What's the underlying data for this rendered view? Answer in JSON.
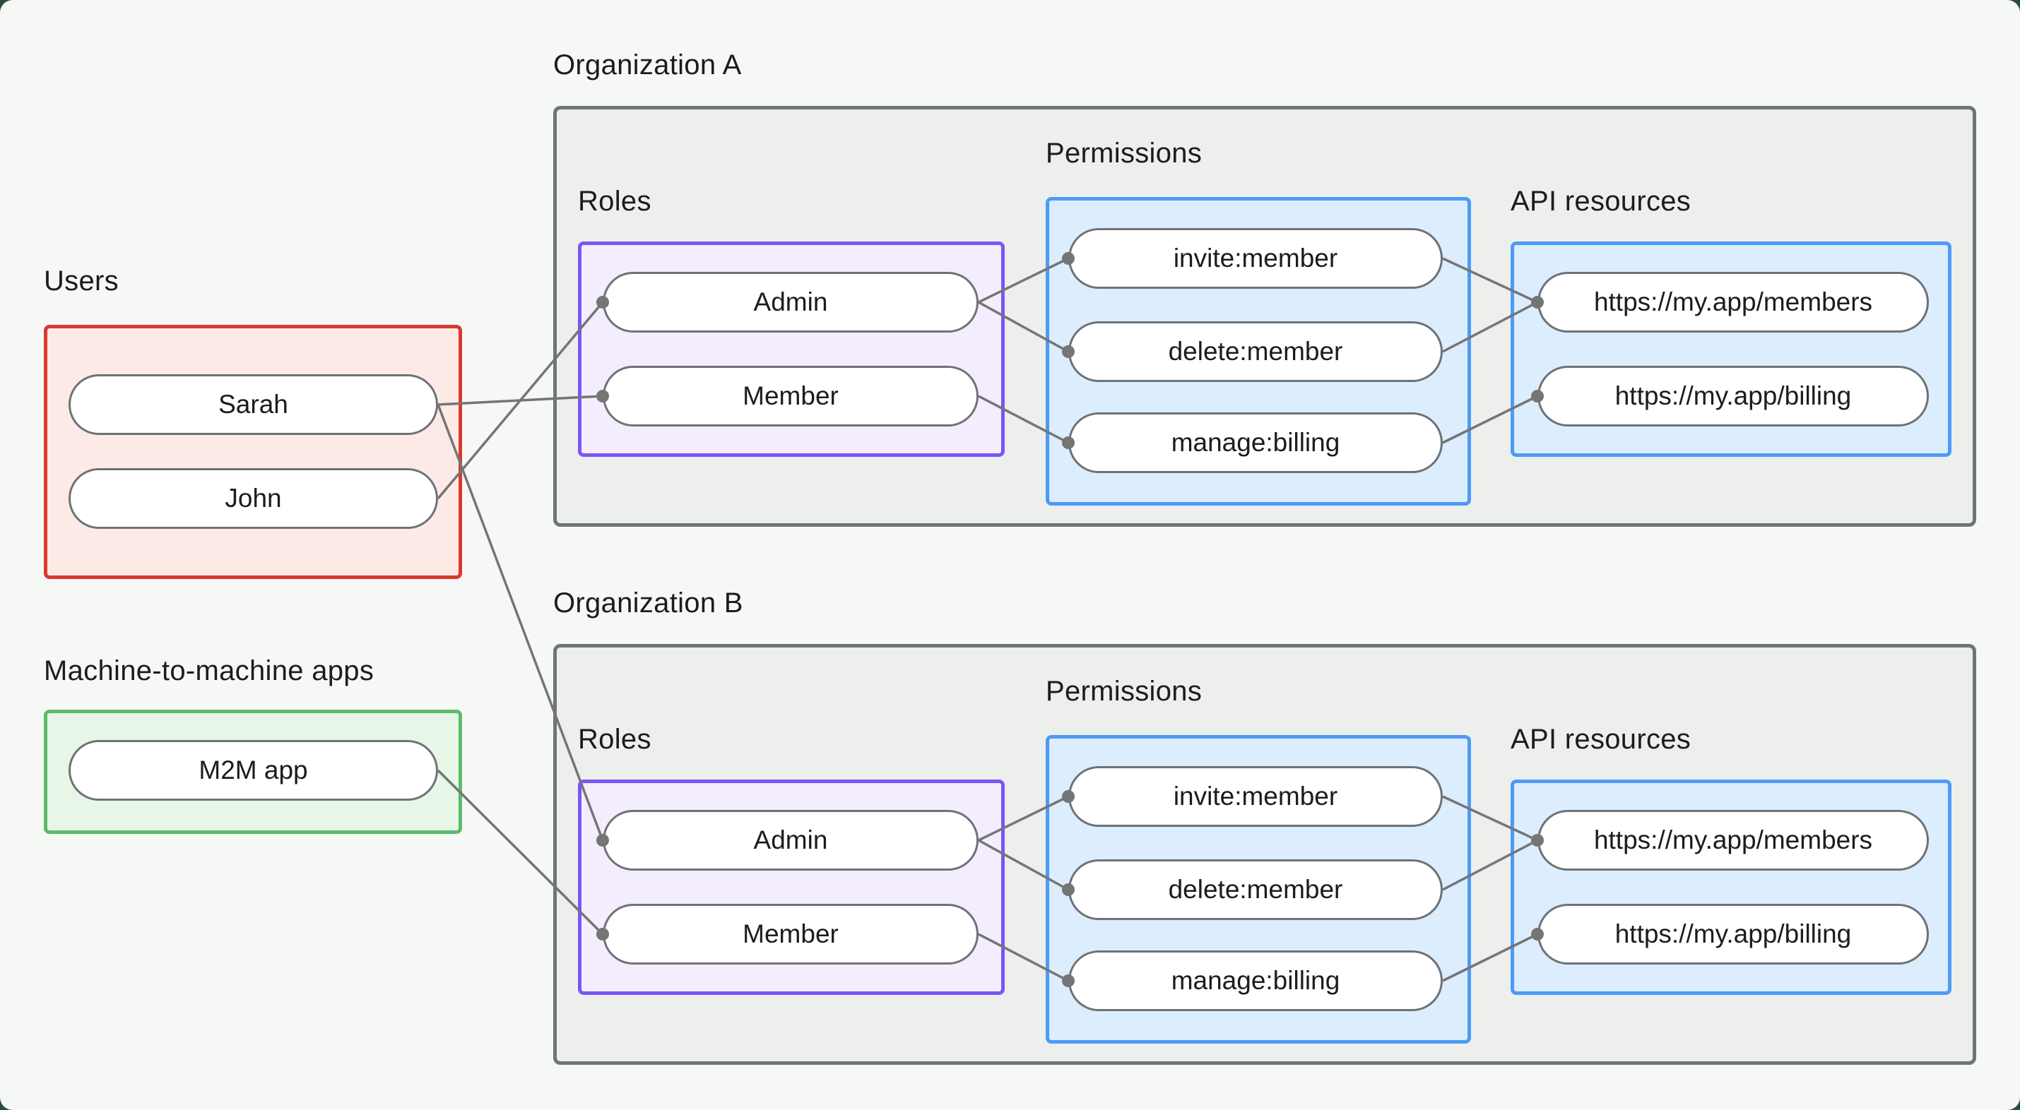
{
  "colors": {
    "page_bg": "#f6f8f6",
    "outer_bg": "#2b4c38",
    "org_fill": "#edefec",
    "org_border": "#6f7478",
    "users_fill": "#fdeae7",
    "users_border": "#da392e",
    "m2m_fill": "#e7f6e7",
    "m2m_border": "#5eba6c",
    "roles_fill": "#f3edfe",
    "roles_border": "#7a55f6",
    "blue_fill": "#dcedfd",
    "blue_border": "#4d9af7",
    "pill_fill": "#ffffff",
    "pill_border": "#6e7276",
    "edge": "#757575",
    "text": "#1c1c1e"
  },
  "users": {
    "label": "Users",
    "items": [
      "Sarah",
      "John"
    ]
  },
  "m2m": {
    "label": "Machine-to-machine apps",
    "items": [
      "M2M app"
    ]
  },
  "orgA": {
    "label": "Organization A",
    "roles": {
      "label": "Roles",
      "items": [
        "Admin",
        "Member"
      ]
    },
    "permissions": {
      "label": "Permissions",
      "items": [
        "invite:member",
        "delete:member",
        "manage:billing"
      ]
    },
    "api": {
      "label": "API resources",
      "items": [
        "https://my.app/members",
        "https://my.app/billing"
      ]
    }
  },
  "orgB": {
    "label": "Organization B",
    "roles": {
      "label": "Roles",
      "items": [
        "Admin",
        "Member"
      ]
    },
    "permissions": {
      "label": "Permissions",
      "items": [
        "invite:member",
        "delete:member",
        "manage:billing"
      ]
    },
    "api": {
      "label": "API resources",
      "items": [
        "https://my.app/members",
        "https://my.app/billing"
      ]
    }
  },
  "edges": [
    {
      "from": "users.Sarah",
      "to": "orgA.roles.Member"
    },
    {
      "from": "users.John",
      "to": "orgA.roles.Admin"
    },
    {
      "from": "users.Sarah",
      "to": "orgB.roles.Admin"
    },
    {
      "from": "m2m.M2M app",
      "to": "orgB.roles.Member"
    },
    {
      "from": "orgA.roles.Admin",
      "to": "orgA.permissions.invite:member"
    },
    {
      "from": "orgA.roles.Admin",
      "to": "orgA.permissions.delete:member"
    },
    {
      "from": "orgA.roles.Member",
      "to": "orgA.permissions.manage:billing"
    },
    {
      "from": "orgA.permissions.invite:member",
      "to": "orgA.api.https://my.app/members"
    },
    {
      "from": "orgA.permissions.delete:member",
      "to": "orgA.api.https://my.app/members"
    },
    {
      "from": "orgA.permissions.manage:billing",
      "to": "orgA.api.https://my.app/billing"
    },
    {
      "from": "orgB.roles.Admin",
      "to": "orgB.permissions.invite:member"
    },
    {
      "from": "orgB.roles.Admin",
      "to": "orgB.permissions.delete:member"
    },
    {
      "from": "orgB.roles.Member",
      "to": "orgB.permissions.manage:billing"
    },
    {
      "from": "orgB.permissions.invite:member",
      "to": "orgB.api.https://my.app/members"
    },
    {
      "from": "orgB.permissions.delete:member",
      "to": "orgB.api.https://my.app/members"
    },
    {
      "from": "orgB.permissions.manage:billing",
      "to": "orgB.api.https://my.app/billing"
    }
  ]
}
